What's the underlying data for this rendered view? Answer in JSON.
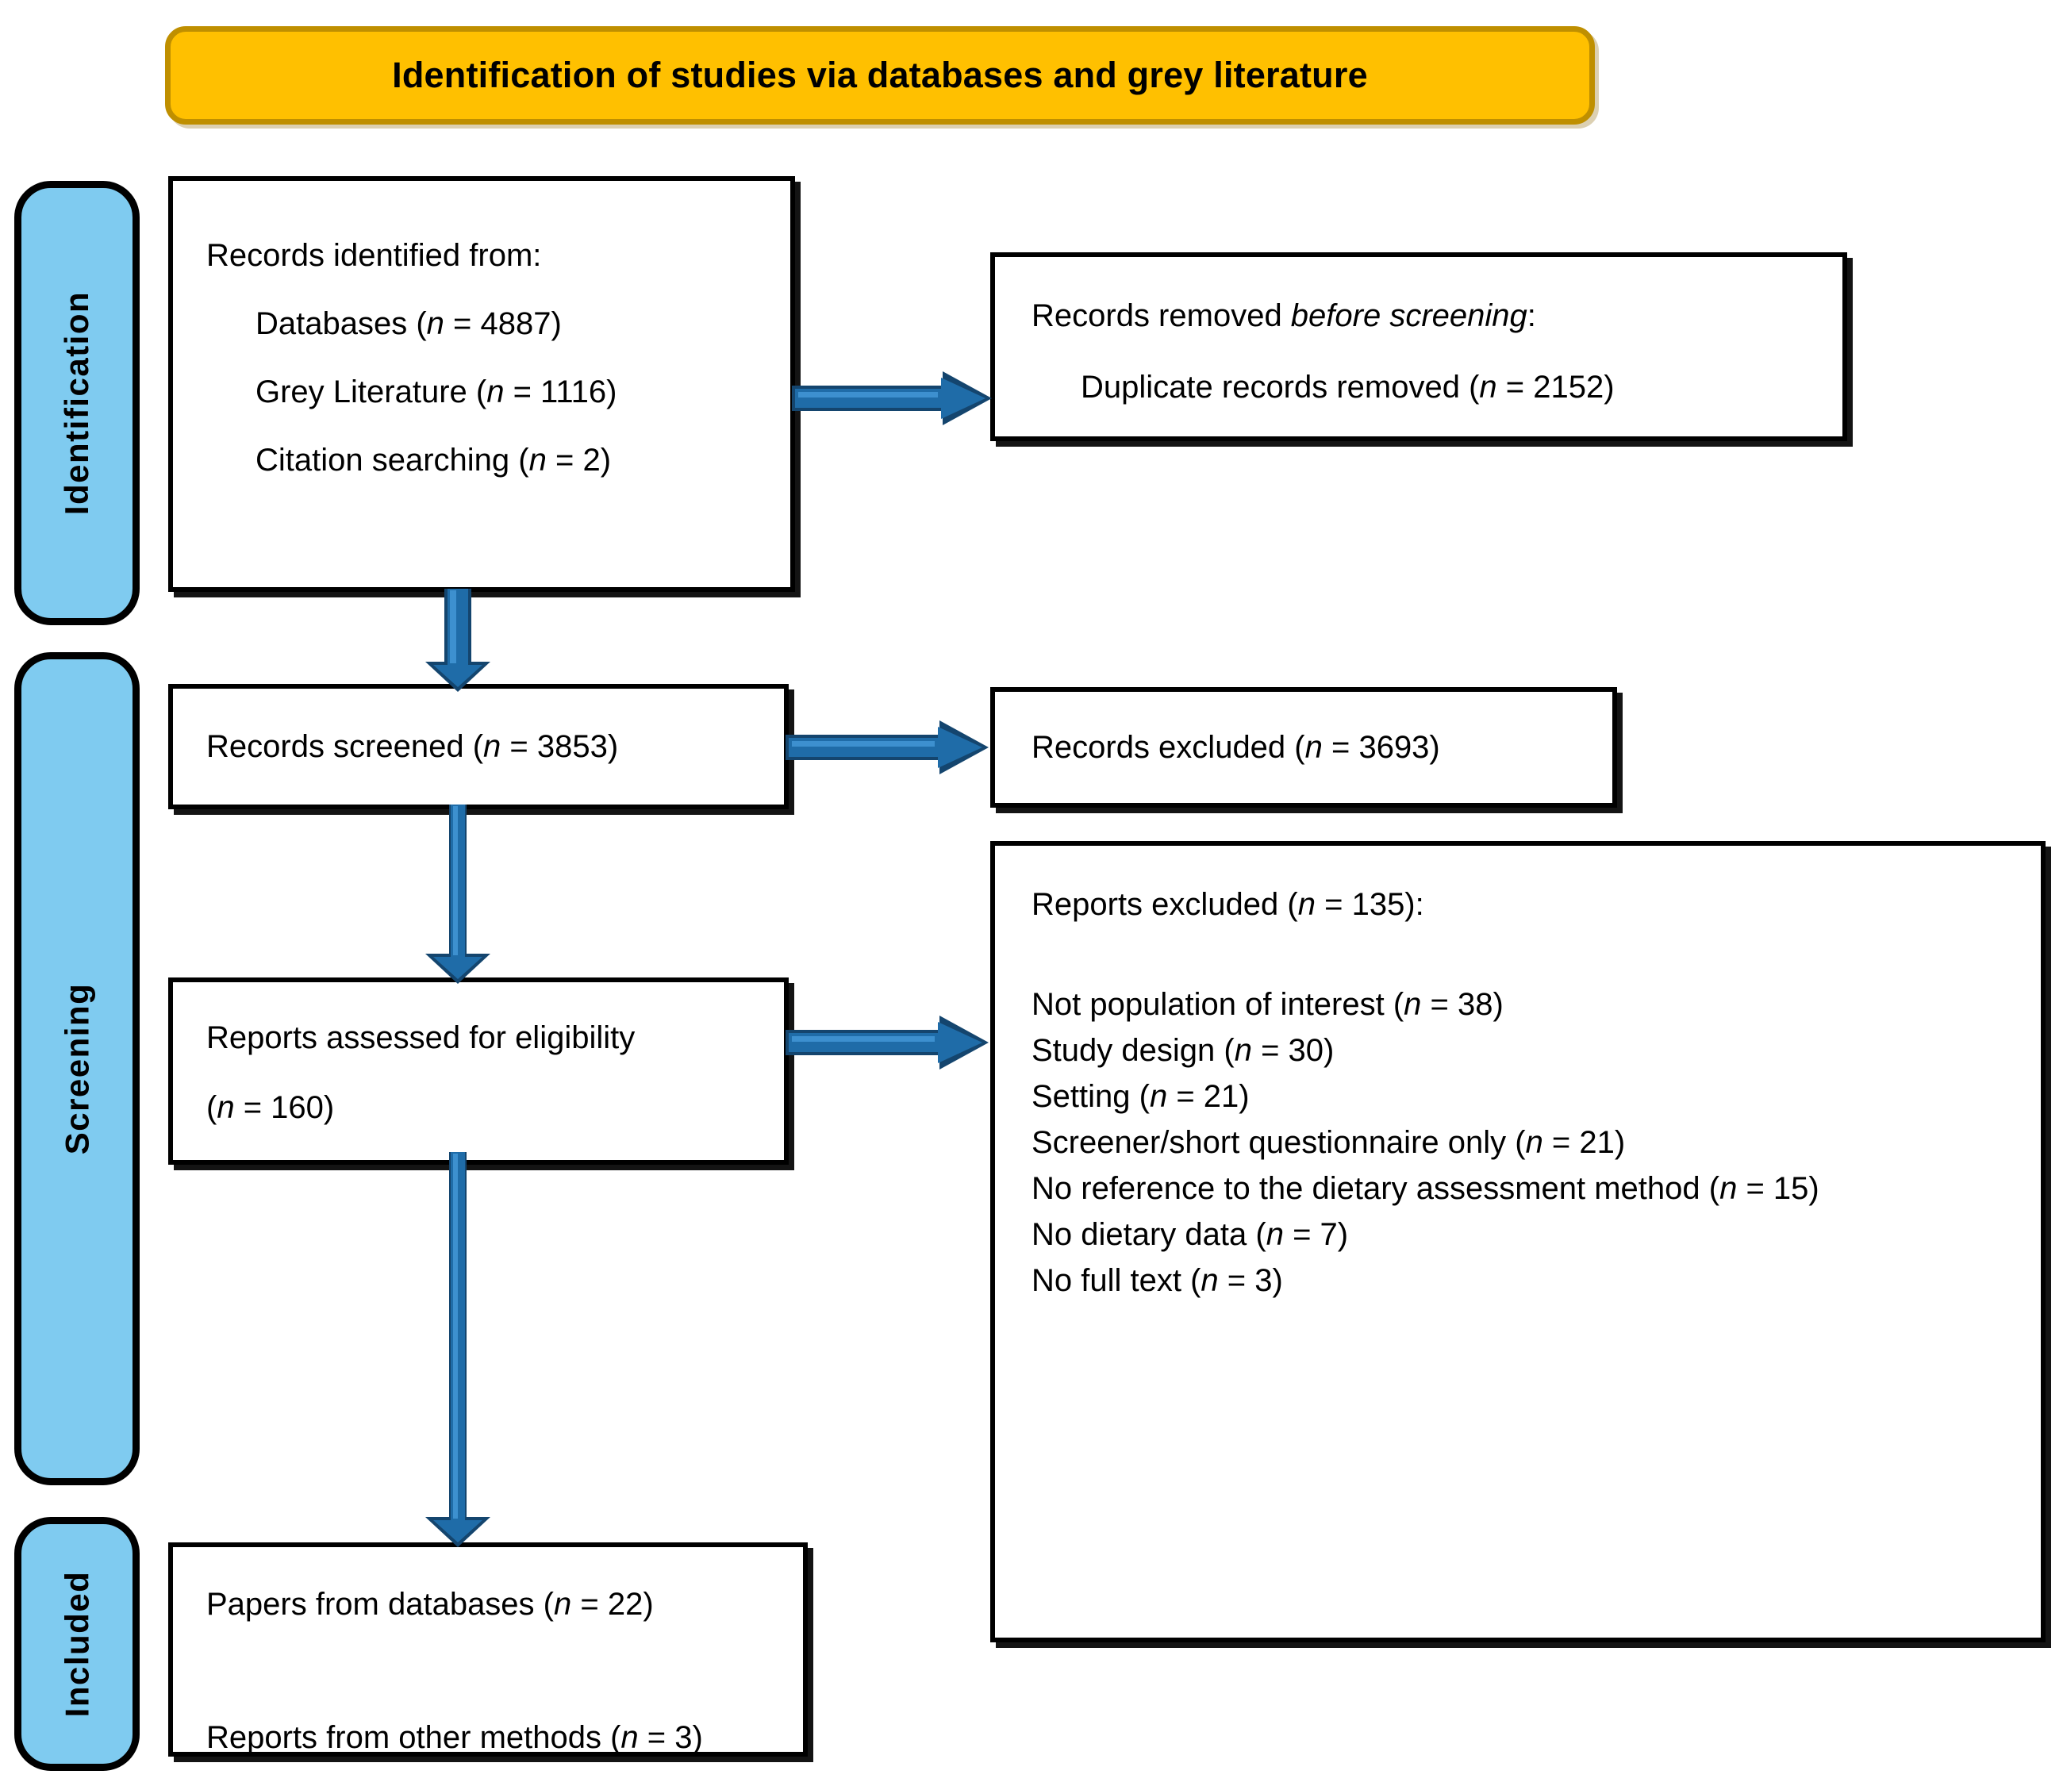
{
  "banner": {
    "title": "Identification of studies via databases and grey literature"
  },
  "stages": [
    {
      "id": "identification",
      "label": "Identification"
    },
    {
      "id": "screening",
      "label": "Screening"
    },
    {
      "id": "included",
      "label": "Included"
    }
  ],
  "boxes": {
    "identified": {
      "heading": "Records identified from:",
      "items": [
        {
          "pre": "Databases (",
          "n": "n",
          "post": " = 4887)"
        },
        {
          "pre": "Grey Literature (",
          "n": "n",
          "post": " = 1116)"
        },
        {
          "pre": "Citation searching (",
          "n": "n",
          "post": " = 2)"
        }
      ]
    },
    "removed": {
      "heading_pre": "Records removed ",
      "heading_ital": "before screening",
      "heading_post": ":",
      "item_pre": "Duplicate records removed (",
      "item_n": "n",
      "item_post": " = 2152)"
    },
    "screened": {
      "pre": "Records screened (",
      "n": "n",
      "post": " = 3853)"
    },
    "excluded": {
      "pre": "Records excluded (",
      "n": "n",
      "post": " = 3693)"
    },
    "eligibility": {
      "line1": "Reports assessed for eligibility",
      "line2_pre": "(",
      "line2_n": "n",
      "line2_post": " = 160)"
    },
    "reports_excluded": {
      "heading_pre": "Reports excluded (",
      "heading_n": "n",
      "heading_post": " = 135):",
      "reasons": [
        {
          "pre": "Not population of interest (",
          "n": "n",
          "post": " = 38)"
        },
        {
          "pre": "Study design (",
          "n": "n",
          "post": " = 30)"
        },
        {
          "pre": "Setting (",
          "n": "n",
          "post": " = 21)"
        },
        {
          "pre": "Screener/short questionnaire only (",
          "n": "n",
          "post": " = 21)"
        },
        {
          "pre": "No reference to the dietary assessment method (",
          "n": "n",
          "post": " = 15)"
        },
        {
          "pre": "No dietary data (",
          "n": "n",
          "post": " = 7)"
        },
        {
          "pre": "No full text (",
          "n": "n",
          "post": " = 3)"
        }
      ]
    },
    "included": {
      "line1_pre": "Papers from databases (",
      "line1_n": "n",
      "line1_post": " = 22)",
      "line2_pre": "Reports from other methods (",
      "line2_n": "n",
      "line2_post": " = 3)"
    }
  },
  "colors": {
    "banner_fill": "#FFC000",
    "banner_border": "#BF8F00",
    "stage_fill": "#7FCBF0",
    "stage_border": "#000000",
    "box_border": "#000000",
    "arrow_dark": "#14456E",
    "arrow_mid": "#1F6CA8",
    "arrow_light": "#2E86C8"
  }
}
